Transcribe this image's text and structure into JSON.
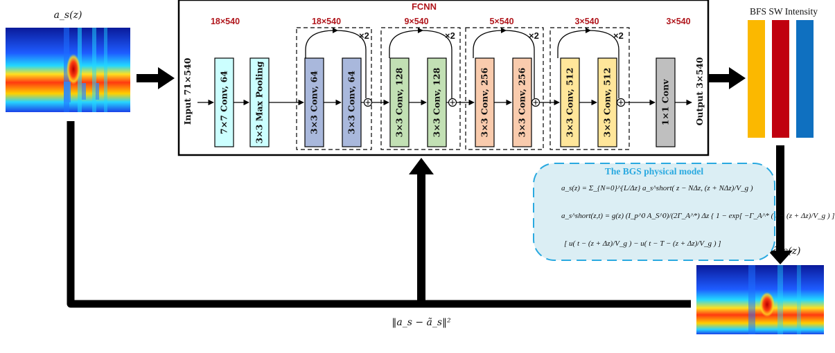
{
  "title": "FCNN",
  "input_signal_label": "a_s(z)",
  "reconstructed_signal_label": "ã_s(z)",
  "loss_label": "‖a_s − ã_s‖²",
  "input_label": "Input 71×540",
  "output_label": "Output 3×540",
  "dims": [
    "18×540",
    "18×540",
    "9×540",
    "5×540",
    "3×540",
    "3×540"
  ],
  "repeat_label": "×2",
  "layers": [
    {
      "label": "7×7 Conv, 64",
      "color": "#ccffff"
    },
    {
      "label": "3×3 Max Pooling",
      "color": "#ccffff"
    },
    {
      "label": "3×3 Conv, 64",
      "color": "#a9b8dc"
    },
    {
      "label": "3×3 Conv, 64",
      "color": "#a9b8dc"
    },
    {
      "label": "3×3 Conv, 128",
      "color": "#c2e0b4"
    },
    {
      "label": "3×3 Conv, 128",
      "color": "#c2e0b4"
    },
    {
      "label": "3×3 Conv, 256",
      "color": "#f9cbad"
    },
    {
      "label": "3×3 Conv, 256",
      "color": "#f9cbad"
    },
    {
      "label": "3×3 Conv, 512",
      "color": "#ffe69a"
    },
    {
      "label": "3×3 Conv, 512",
      "color": "#ffe69a"
    },
    {
      "label": "1×1 Conv",
      "color": "#bfbfbf"
    }
  ],
  "bfs_title": "BFS SW Intensity",
  "bfs_colors": [
    "#fbb800",
    "#c0000f",
    "#0f70c0"
  ],
  "model": {
    "title": "The BGS physical model",
    "eq1": "a_s(z) = Σ_{N=0}^{L/Δz} a_s^short( z − NΔz, (z + NΔz)/V_g )",
    "eq2": "a_s^short(z,t) = g(z) (I_p^0 A_S^0)/(2Γ_A^*) Δz { 1 − exp[ −Γ_A^* ( t − (z + Δz)/V_g ) ] }",
    "eq3": "[ u( t − (z + Δz)/V_g ) − u( t − T − (z + Δz)/V_g ) ]"
  },
  "colors": {
    "dim_red": "#b0161c",
    "accent_blue": "#29a9e0",
    "panel_bg": "#dbeef4"
  }
}
